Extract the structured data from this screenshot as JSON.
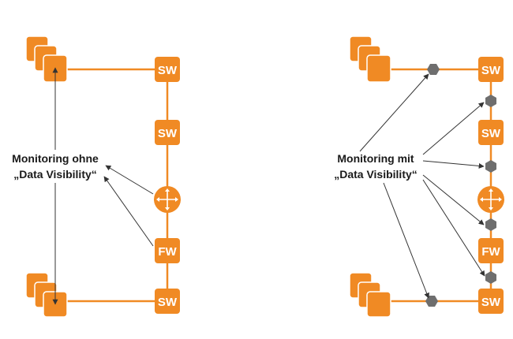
{
  "colors": {
    "accent": "#f08a24",
    "accent_dark": "#d06d12",
    "tap": "#6e6e6e",
    "arrow": "#333333",
    "background": "#ffffff"
  },
  "left_panel": {
    "caption_line1": "Monitoring ohne",
    "caption_line2": "„Data Visibility“",
    "switch_top_label": "SW",
    "switch_middle_label": "SW",
    "router_icon": "router-arrows-icon",
    "firewall_label": "FW",
    "switch_bottom_label": "SW",
    "server_icon": "server-stack-icon"
  },
  "right_panel": {
    "caption_line1": "Monitoring mit",
    "caption_line2": "„Data Visibility“",
    "switch_top_label": "SW",
    "switch_middle_label": "SW",
    "router_icon": "router-arrows-icon",
    "firewall_label": "FW",
    "switch_bottom_label": "SW",
    "server_icon": "server-stack-icon",
    "tap_icon": "tap-hexagon-icon",
    "tap_count": 6
  }
}
